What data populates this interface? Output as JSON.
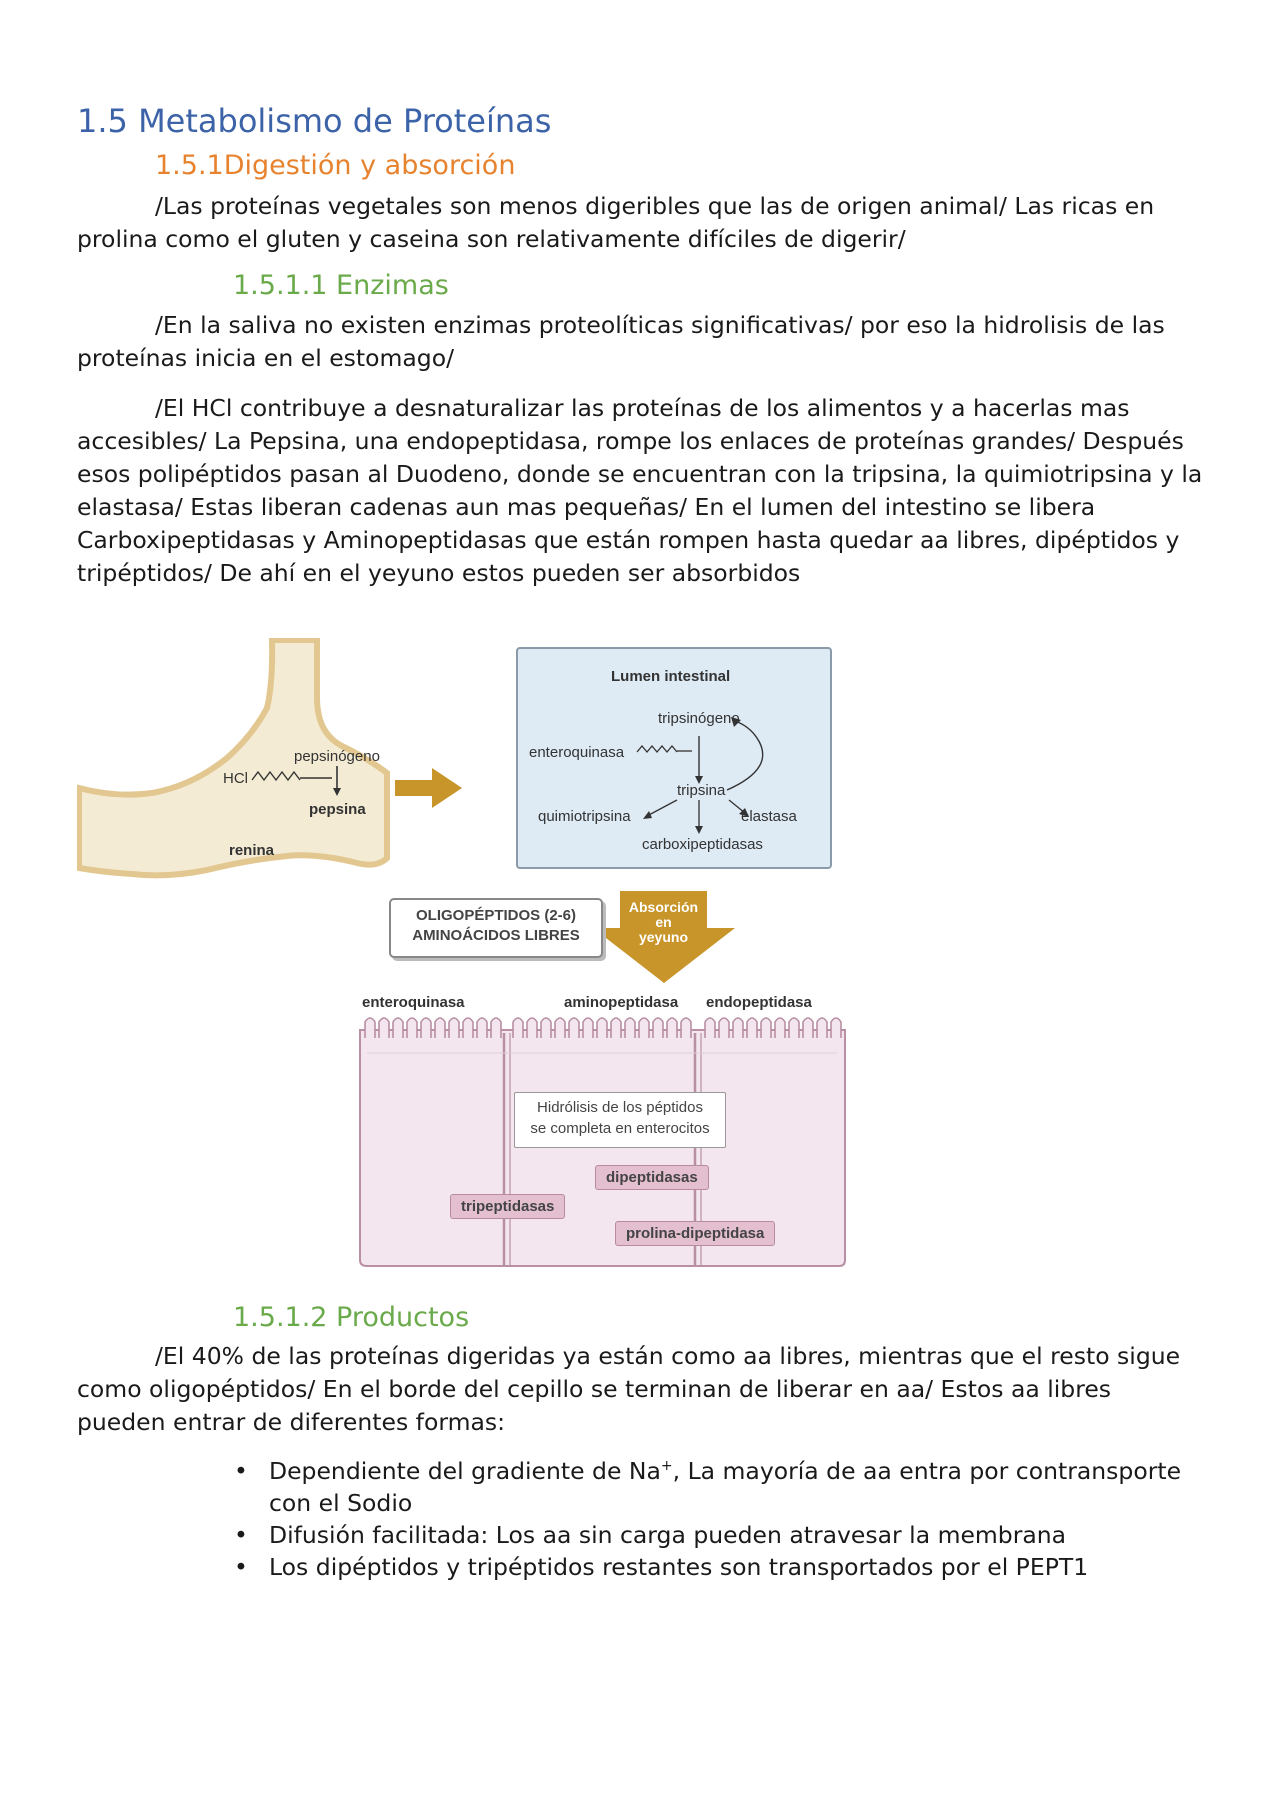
{
  "heading1": "1.5 Metabolismo de Proteínas",
  "heading2": "1.5.1Digestión y absorción",
  "para_digestion": "/Las proteínas vegetales son menos digeribles que las de origen animal/ Las ricas en prolina como el gluten y caseina son relativamente difíciles de digerir/",
  "heading_enzimas": "1.5.1.1 Enzimas",
  "para_saliva": "/En la saliva no existen enzimas proteolíticas significativas/ por eso la hidrolisis de las proteínas inicia en el estomago/",
  "para_hcl": "/El HCl contribuye a desnaturalizar las proteínas de los alimentos y a hacerlas mas accesibles/ La Pepsina, una endopeptidasa, rompe los enlaces de proteínas grandes/ Después esos polipéptidos pasan al Duodeno, donde se encuentran con la tripsina, la quimiotripsina y la elastasa/ Estas liberan cadenas aun mas pequeñas/ En el lumen del intestino se libera Carboxipeptidasas y Aminopeptidasas que están rompen hasta quedar aa libres, dipéptidos y tripéptidos/ De ahí en el yeyuno estos pueden ser absorbidos",
  "diagram": {
    "stomach": {
      "pepsinogeno": "pepsinógeno",
      "hcl": "HCl",
      "pepsina": "pepsina",
      "renina": "renina"
    },
    "lumen": {
      "title": "Lumen intestinal",
      "tripsinogeno": "tripsinógeno",
      "enteroquinasa": "enteroquinasa",
      "tripsina": "tripsina",
      "quimiotripsina": "quimiotripsina",
      "elastasa": "elastasa",
      "carboxipeptidasas": "carboxipeptidasas"
    },
    "oligo_line1": "OLIGOPÉPTIDOS (2-6)",
    "oligo_line2": "AMINOÁCIDOS LIBRES",
    "absorcion": [
      "Absorción",
      "en",
      "yeyuno"
    ],
    "brush": {
      "enteroquinasa": "enteroquinasa",
      "aminopeptidasa": "aminopeptidasa",
      "endopeptidasa": "endopeptidasa"
    },
    "hidrolisis_line1": "Hidrólisis de los péptidos",
    "hidrolisis_line2": "se completa en enterocitos",
    "dipeptidasas": "dipeptidasas",
    "tripeptidasas": "tripeptidasas",
    "prolina": "prolina-dipeptidasa",
    "colors": {
      "stomach_fill": "#f4ebd5",
      "stomach_stroke": "#e3c790",
      "lumen_fill": "#deeaf4",
      "arrow_gold": "#c8952a",
      "cell_fill": "#f3e6ee",
      "cell_stroke": "#b88fa3"
    }
  },
  "heading_productos": "1.5.1.2 Productos",
  "para_productos": "/El 40% de las proteínas digeridas ya están como aa libres, mientras que el resto sigue como oligopéptidos/ En el borde del cepillo se terminan de liberar en aa/ Estos aa libres pueden entrar de diferentes formas:",
  "bullet_char": "•",
  "bullets": {
    "b1_text": "Dependiente del gradiente de Na",
    "b1_sup": "+",
    "b1_rest": ", La mayoría de aa entra por contransporte con el Sodio",
    "b2": "Difusión facilitada: Los aa sin carga pueden atravesar la membrana",
    "b3": "Los dipéptidos y tripéptidos restantes son transportados por el PEPT1"
  }
}
